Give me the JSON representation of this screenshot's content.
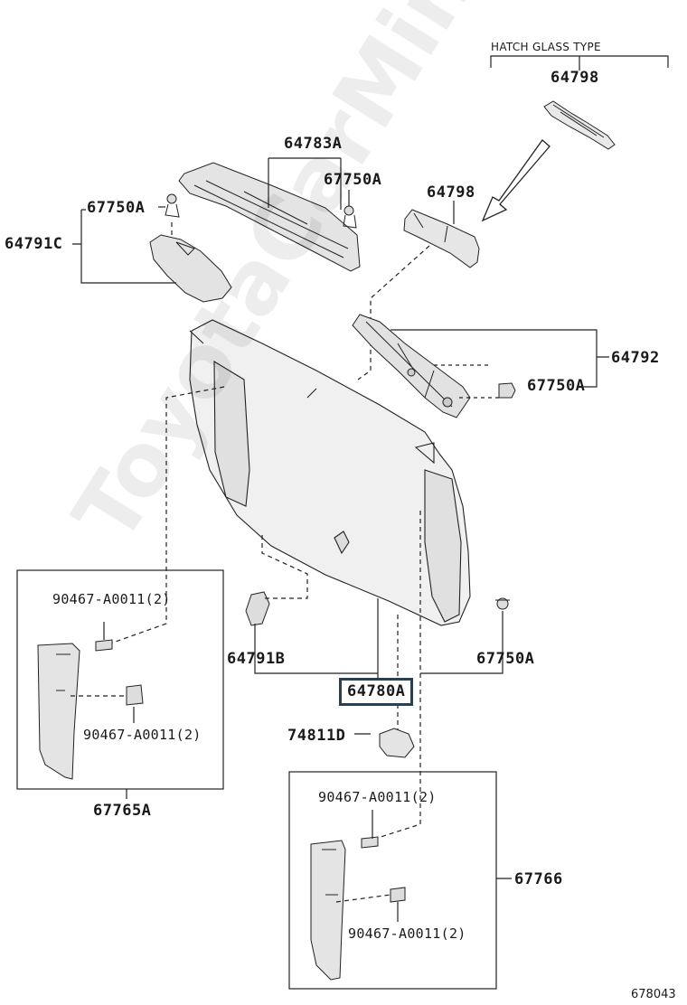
{
  "section_label": "HATCH GLASS TYPE",
  "parts": {
    "p64798_top": "64798",
    "p64798_mid": "64798",
    "p64783A": "64783A",
    "p67750A_top_right": "67750A",
    "p67750A_top_left": "67750A",
    "p64791C": "64791C",
    "p64792": "64792",
    "p67750A_right": "67750A",
    "p64791B": "64791B",
    "p67750A_lower": "67750A",
    "p64780A": "64780A",
    "p74811D": "74811D",
    "p67765A": "67765A",
    "p67766": "67766"
  },
  "clips": {
    "left_top": "90467-A0011(2)",
    "left_bottom": "90467-A0011(2)",
    "right_top": "90467-A0011(2)",
    "right_bottom": "90467-A0011(2)"
  },
  "diagram_code": "678043",
  "watermark": "ToyotaCarMine.ru"
}
